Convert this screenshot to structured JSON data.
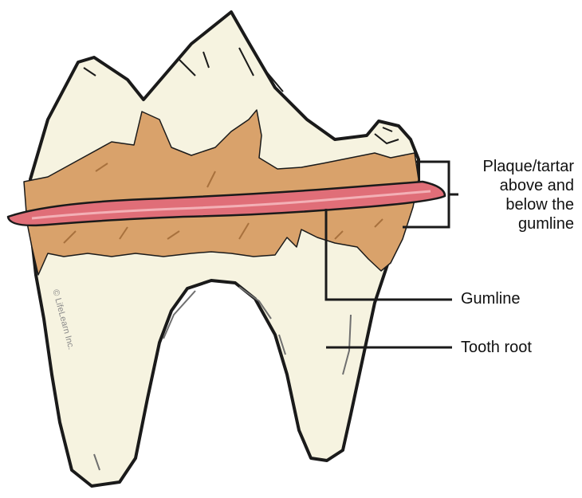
{
  "labels": {
    "plaque": "Plaque/tartar above and below the gumline",
    "plaque_lines": [
      "Plaque/tartar",
      "above and",
      "below the",
      "gumline"
    ],
    "gumline": "Gumline",
    "tooth_root": "Tooth root"
  },
  "copyright": "© LifeLearn Inc.",
  "colors": {
    "enamel": "#f6f3e0",
    "tartar": "#d9a26b",
    "gum": "#e06e78",
    "outline": "#1a1a1a"
  }
}
